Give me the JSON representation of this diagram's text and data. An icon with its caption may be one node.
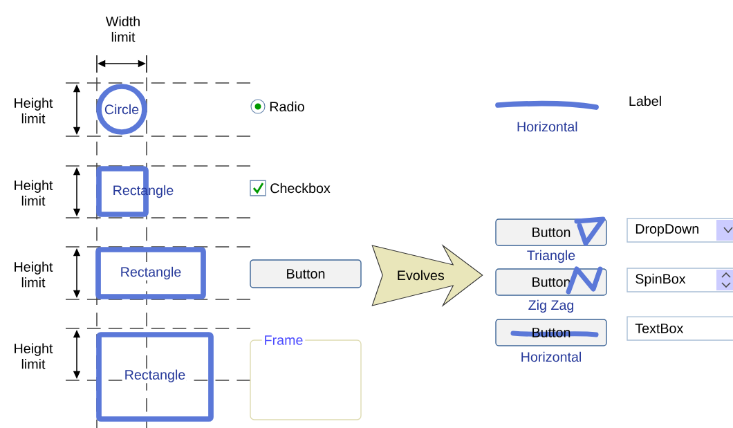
{
  "diagram": {
    "nodes": [
      {
        "text": [
          "Circle"
        ]
      },
      {
        "text": [
          "Radio"
        ]
      },
      {
        "text": [
          "Rectangle"
        ]
      },
      {
        "text": [
          "Checkbox"
        ]
      },
      {
        "text": [
          "Rectangle"
        ]
      },
      {
        "text": [
          "Button"
        ]
      },
      {
        "text": [
          "Rectangle"
        ]
      },
      {
        "text": [
          "Frame"
        ]
      },
      {
        "text": [
          "Button"
        ],
        "beside": [
          "Triangle"
        ]
      },
      {
        "text": [
          "DropDown"
        ]
      },
      {
        "text": [
          "Button"
        ],
        "beside": [
          "Zig Zag"
        ]
      },
      {
        "text": [
          "SpinBox"
        ]
      },
      {
        "text": [
          "Button"
        ],
        "beside": [
          "Horizontal"
        ]
      },
      {
        "text": [
          "TextBox"
        ]
      }
    ],
    "edges": [
      {
        "from": 5,
        "to": 10,
        "arrow": "to",
        "label": "Evolves"
      }
    ],
    "labels": [
      "Width limit",
      "Height limit",
      "Horizontal",
      "Label",
      "Height limit",
      "Height limit",
      "Height limit"
    ]
  }
}
